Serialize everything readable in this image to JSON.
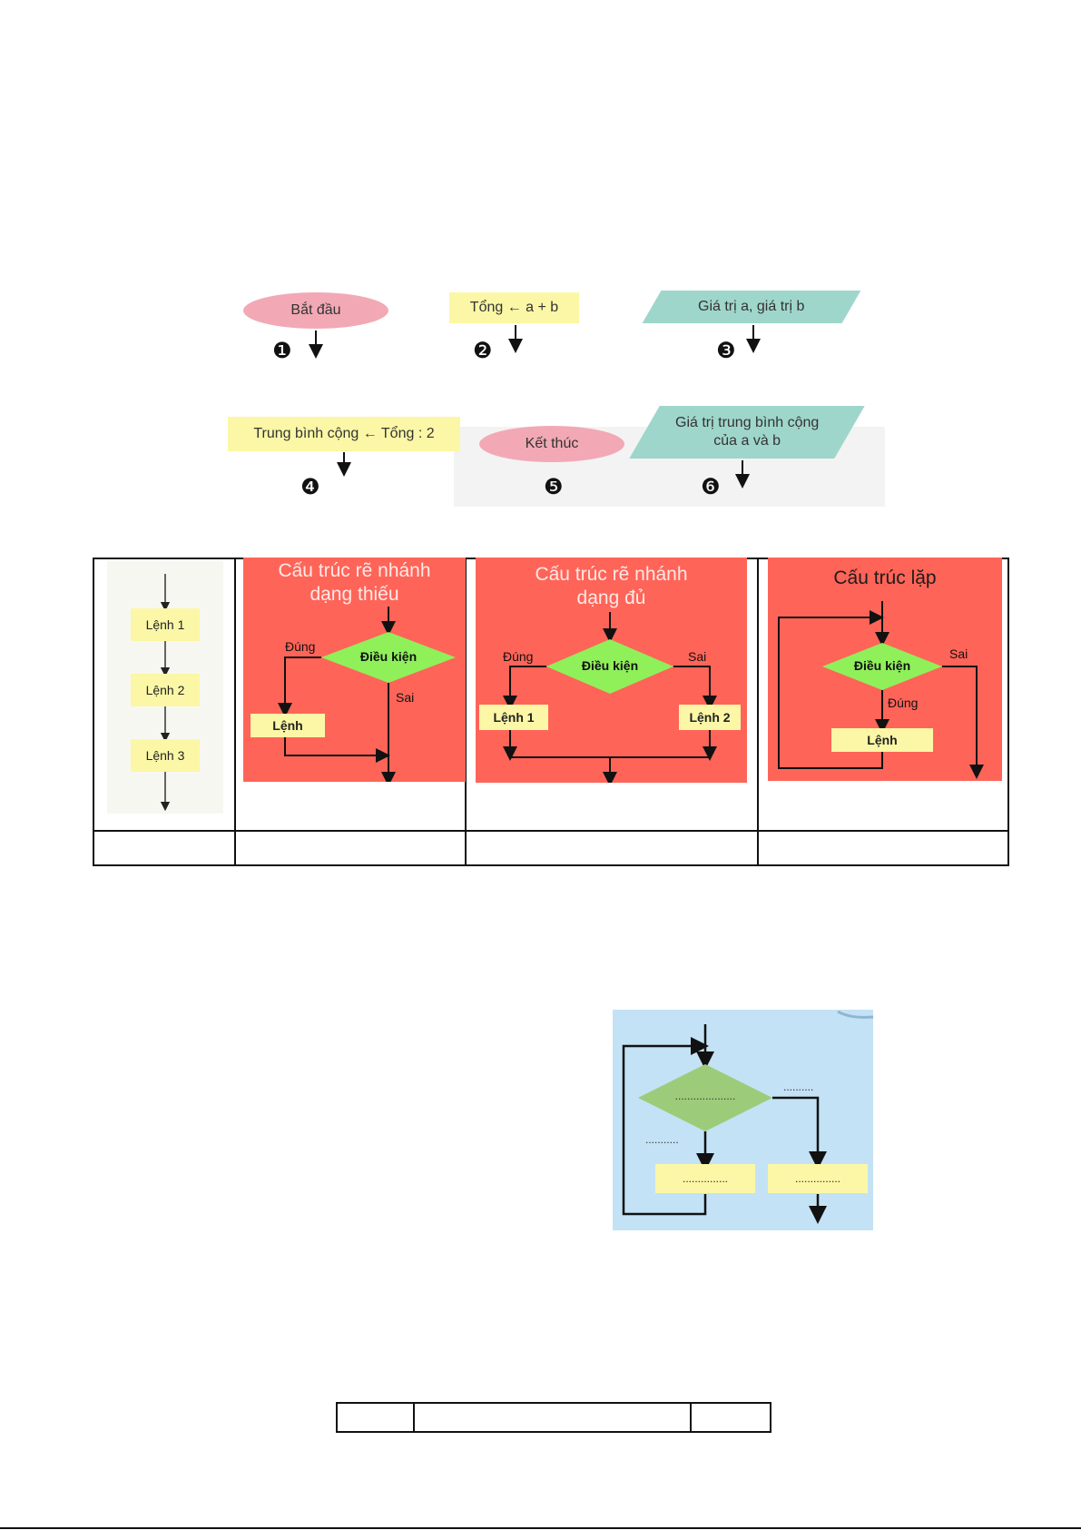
{
  "steps": {
    "s1": {
      "label": "Bắt đầu",
      "num": "❶"
    },
    "s2": {
      "label": "Tổng ← a + b",
      "num": "❷"
    },
    "s3": {
      "label": "Giá trị a, giá trị b",
      "num": "❸"
    },
    "s4": {
      "label": "Trung bình cộng ← Tổng : 2",
      "num": "❹"
    },
    "s5": {
      "label": "Kết thúc",
      "num": "❺"
    },
    "s6": {
      "label_line1": "Giá trị trung bình cộng",
      "label_line2": "của a và b",
      "num": "❻"
    }
  },
  "structures": {
    "sequence": {
      "cmd1": "Lệnh 1",
      "cmd2": "Lệnh 2",
      "cmd3": "Lệnh 3"
    },
    "branch_incomplete": {
      "title_line1": "Cấu trúc rẽ nhánh",
      "title_line2": "dạng thiếu",
      "condition": "Điều kiện",
      "true": "Đúng",
      "false": "Sai",
      "cmd": "Lệnh"
    },
    "branch_complete": {
      "title_line1": "Cấu trúc rẽ nhánh",
      "title_line2": "dạng đủ",
      "condition": "Điều kiện",
      "true": "Đúng",
      "false": "Sai",
      "cmd1": "Lệnh 1",
      "cmd2": "Lệnh 2"
    },
    "loop": {
      "title": "Cấu trúc lặp",
      "condition": "Điều kiện",
      "true": "Đúng",
      "false": "Sai",
      "cmd": "Lệnh"
    }
  },
  "blank_diagram": {
    "blank_condition": "....................",
    "blank_false": "..........",
    "blank_true": "...........",
    "blank_cmd_left": "...............",
    "blank_cmd_right": "..............."
  },
  "colors": {
    "red_panel": "#ff6458",
    "diamond": "#8ff05a",
    "box": "#fbf7a6",
    "blue_panel": "#c3e2f5"
  }
}
